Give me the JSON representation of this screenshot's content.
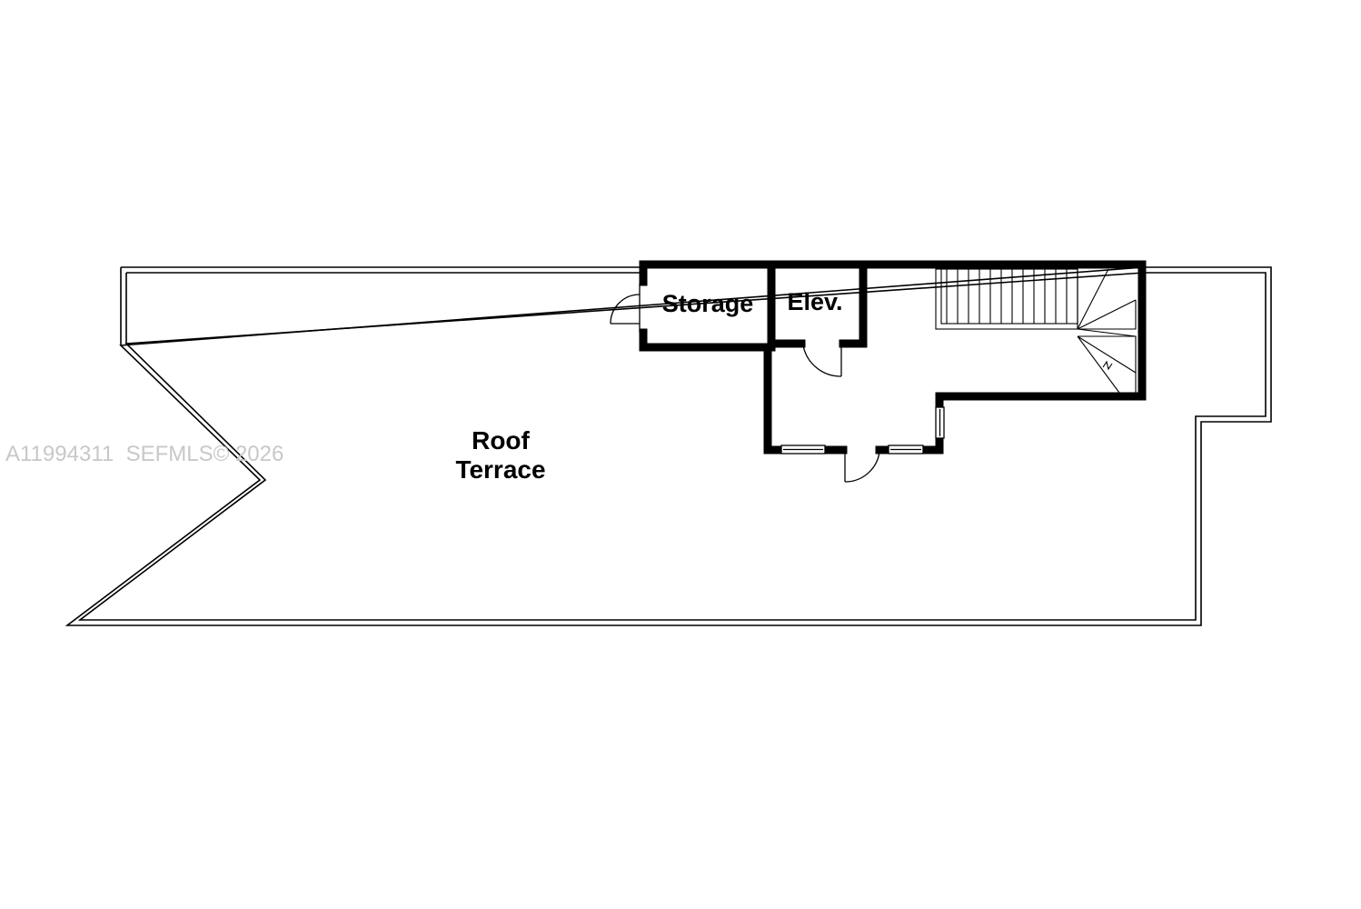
{
  "floorplan": {
    "rooms": {
      "roof_terrace_line1": "Roof",
      "roof_terrace_line2": "Terrace",
      "storage": "Storage",
      "elevator": "Elev."
    },
    "watermark": "A11994311  SEFMLS© 2026"
  }
}
